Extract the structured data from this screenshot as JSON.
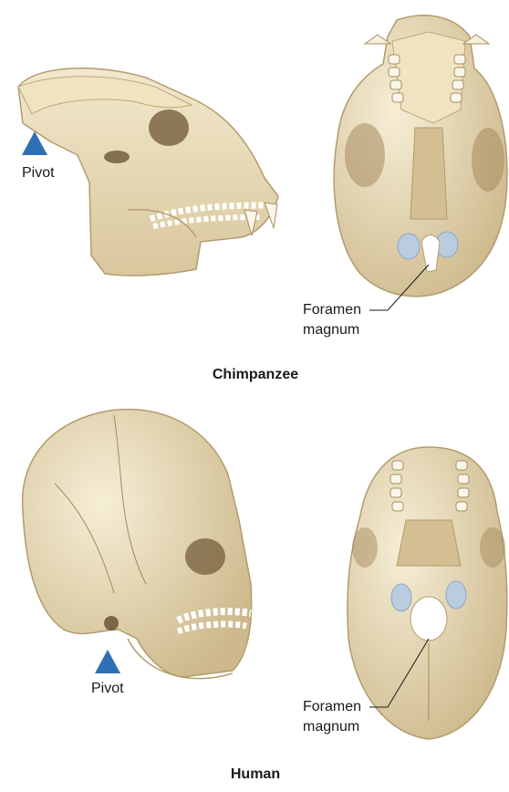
{
  "chimpanzee": {
    "caption": "Chimpanzee",
    "pivot_label": "Pivot",
    "foramen_line1": "Foramen",
    "foramen_line2": "magnum"
  },
  "human": {
    "caption": "Human",
    "pivot_label": "Pivot",
    "foramen_line1": "Foramen",
    "foramen_line2": "magnum"
  },
  "colors": {
    "bone": "#e9dcb8",
    "bone_shade": "#c8b486",
    "bone_dark": "#8a6f45",
    "cartilage": "#b9cce0",
    "pivot_marker": "#2f6fb3"
  }
}
